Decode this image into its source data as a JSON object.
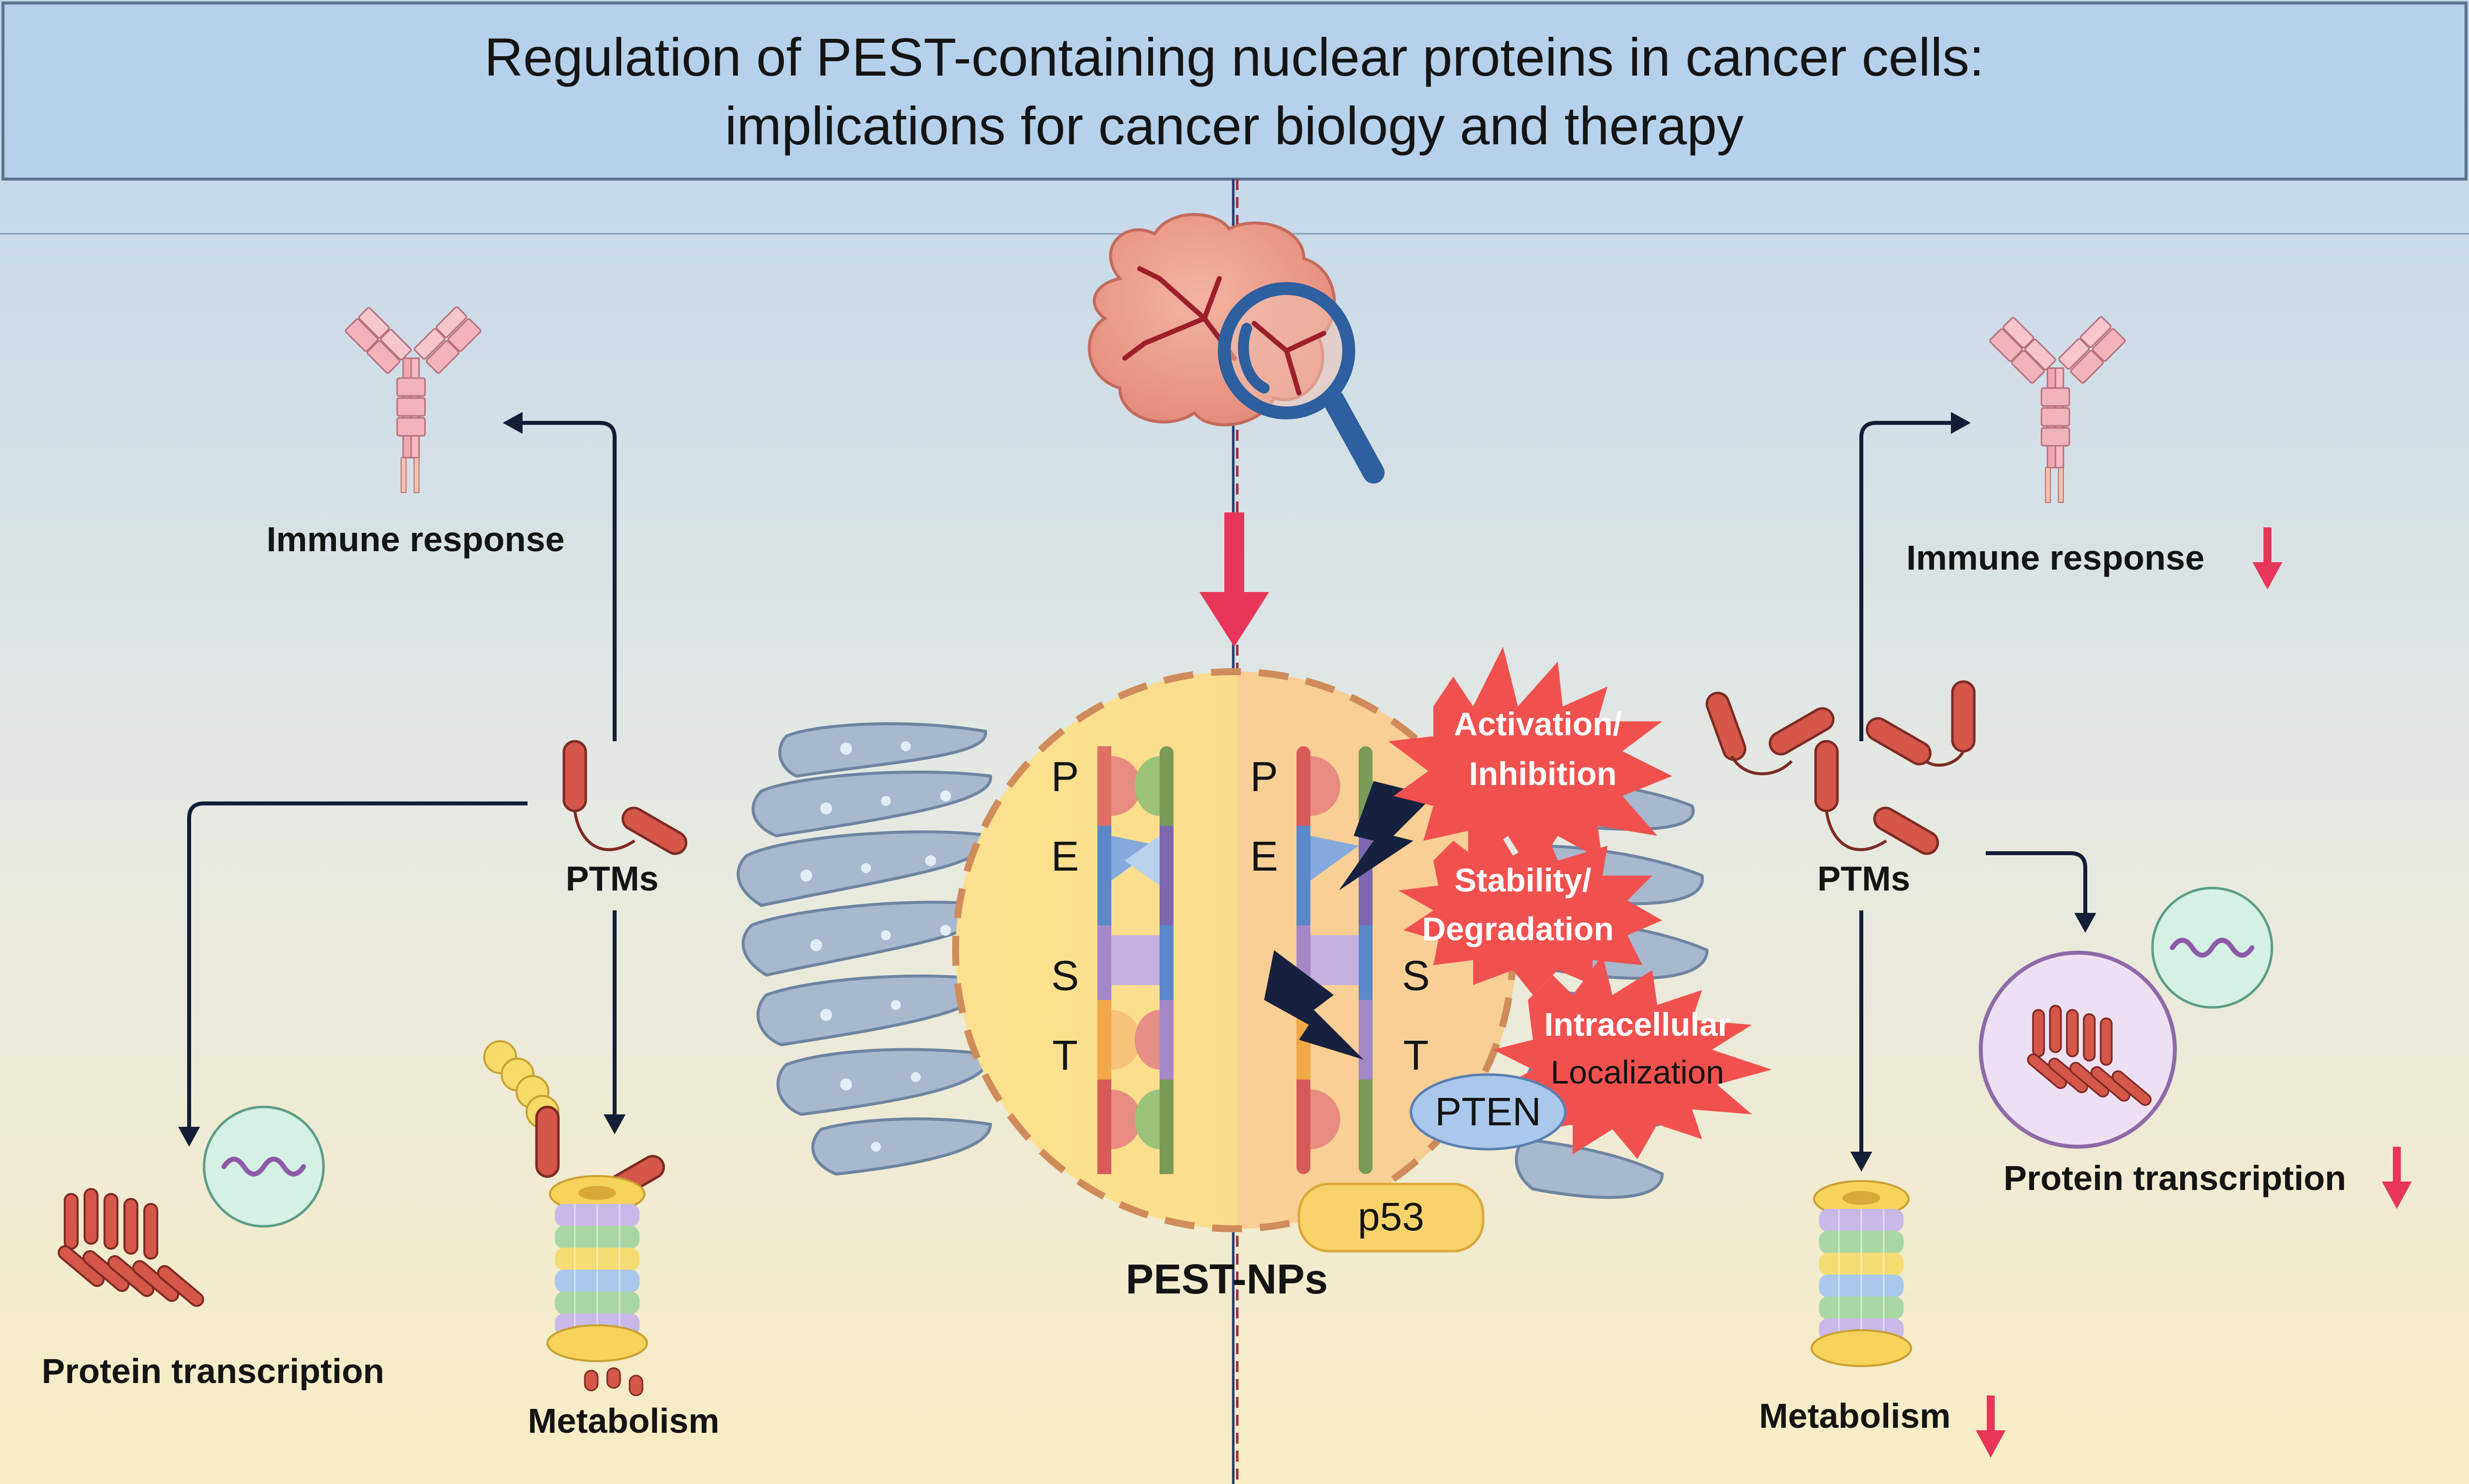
{
  "title": {
    "line1": "Regulation of PEST-containing nuclear proteins in cancer cells:",
    "line2": "implications for cancer biology and therapy"
  },
  "center": {
    "label": "PEST-NPs",
    "pest_letters_left": [
      "P",
      "E",
      "S",
      "T"
    ],
    "pest_letters_right": [
      "P",
      "E",
      "S",
      "T"
    ],
    "protein_pten": "PTEN",
    "protein_p53": "p53"
  },
  "left": {
    "immune_label": "Immune response",
    "ptm_label": "PTMs",
    "transcription_label": "Protein transcription",
    "metabolism_label": "Metabolism"
  },
  "right": {
    "immune_label": "Immune response",
    "ptm_label": "PTMs",
    "transcription_label": "Protein transcription",
    "metabolism_label": "Metabolism"
  },
  "regulation": {
    "activation_line1": "Activation/",
    "activation_line2": "Inhibition",
    "stability_line1": "Stability/",
    "stability_line2": "Degradation",
    "localization_line1": "Intracellular",
    "localization_line2": "Localization"
  },
  "colors": {
    "title_bg": "#b6d1ec",
    "accent_red": "#e8365a",
    "burst_red": "#f0514f",
    "nucleus_yellow": "#f8d98a",
    "ptm_red": "#d4574a",
    "golgi_blue": "#a8b8cf"
  }
}
